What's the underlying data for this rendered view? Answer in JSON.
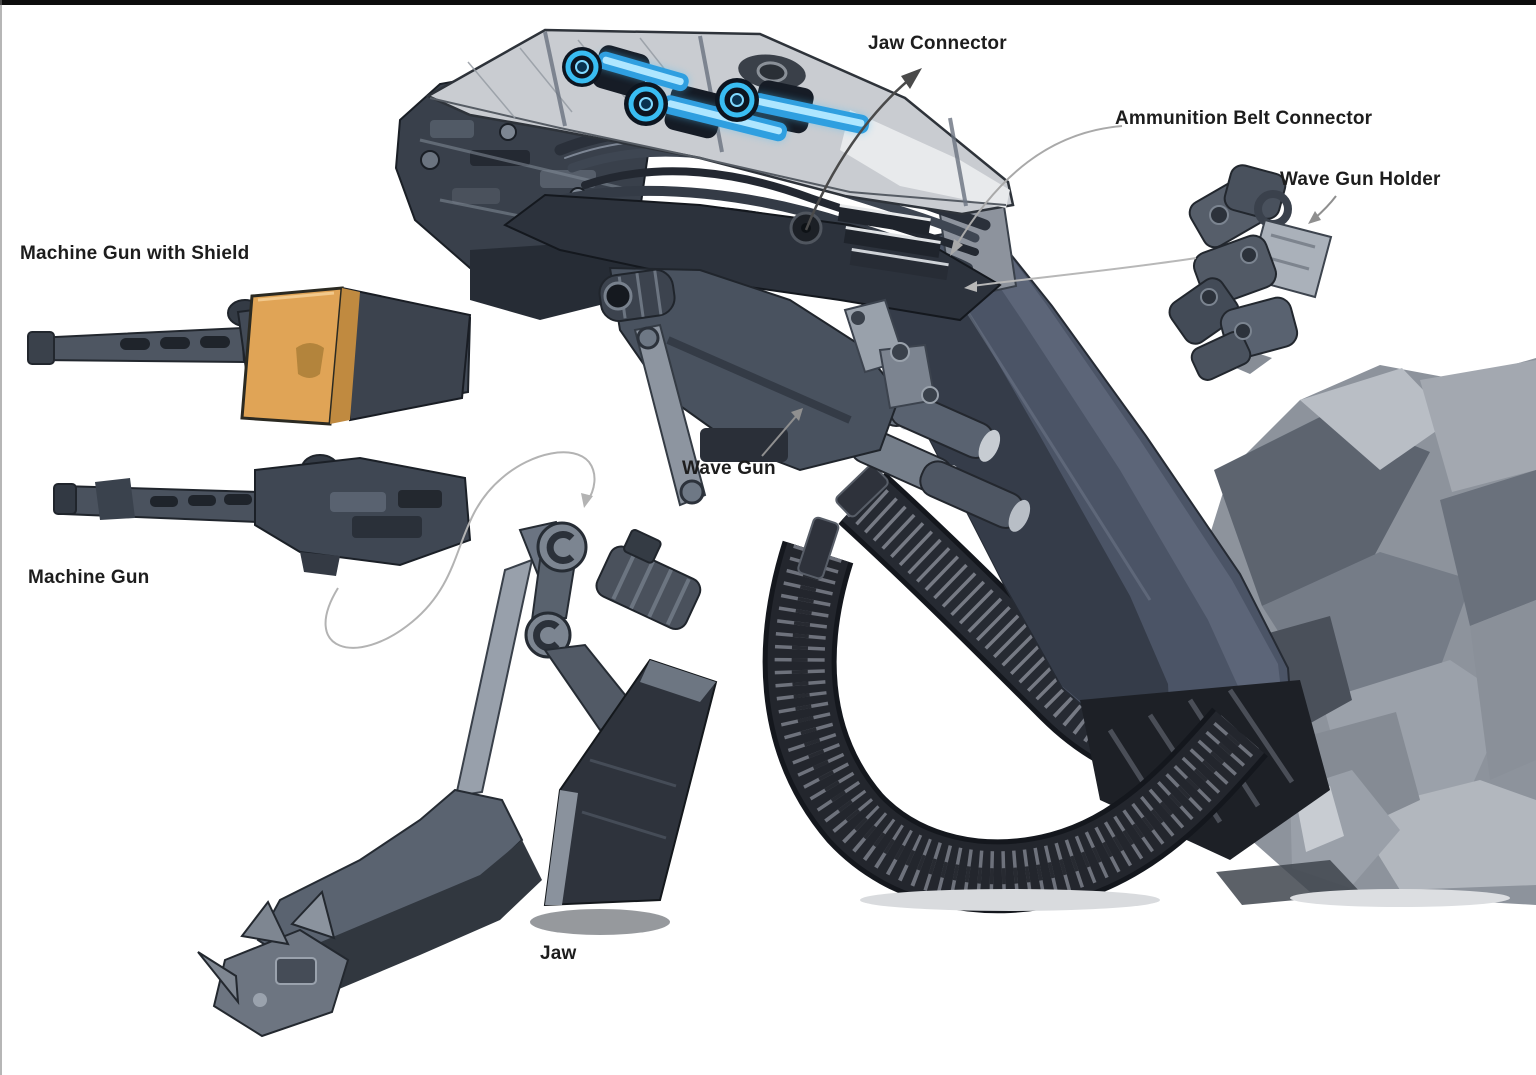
{
  "frame": {
    "background": "#ffffff",
    "top_bar_color": "#0d0d0d",
    "left_edge_color": "#7a7a7a"
  },
  "labels": {
    "jaw_connector": "Jaw Connector",
    "ammunition_belt_connector": "Ammunition Belt Connector",
    "wave_gun_holder": "Wave Gun Holder",
    "machine_gun_with_shield": "Machine Gun with Shield",
    "machine_gun": "Machine Gun",
    "wave_gun": "Wave Gun",
    "jaw": "Jaw"
  },
  "palette": {
    "label_text": "#1d1d1d",
    "arrow_dark": "#4a4a4a",
    "leader_line_light": "#b3b3b3",
    "armor_plate_light": "#c9ccd1",
    "armor_slate": "#4b5466",
    "armor_dark": "#2c323c",
    "energy_glow_blue": "#4fc3f7",
    "shield_amber": "#e0a456",
    "ammo_belt_dark": "#23262d",
    "wreckage_gray": "#8d939c"
  }
}
